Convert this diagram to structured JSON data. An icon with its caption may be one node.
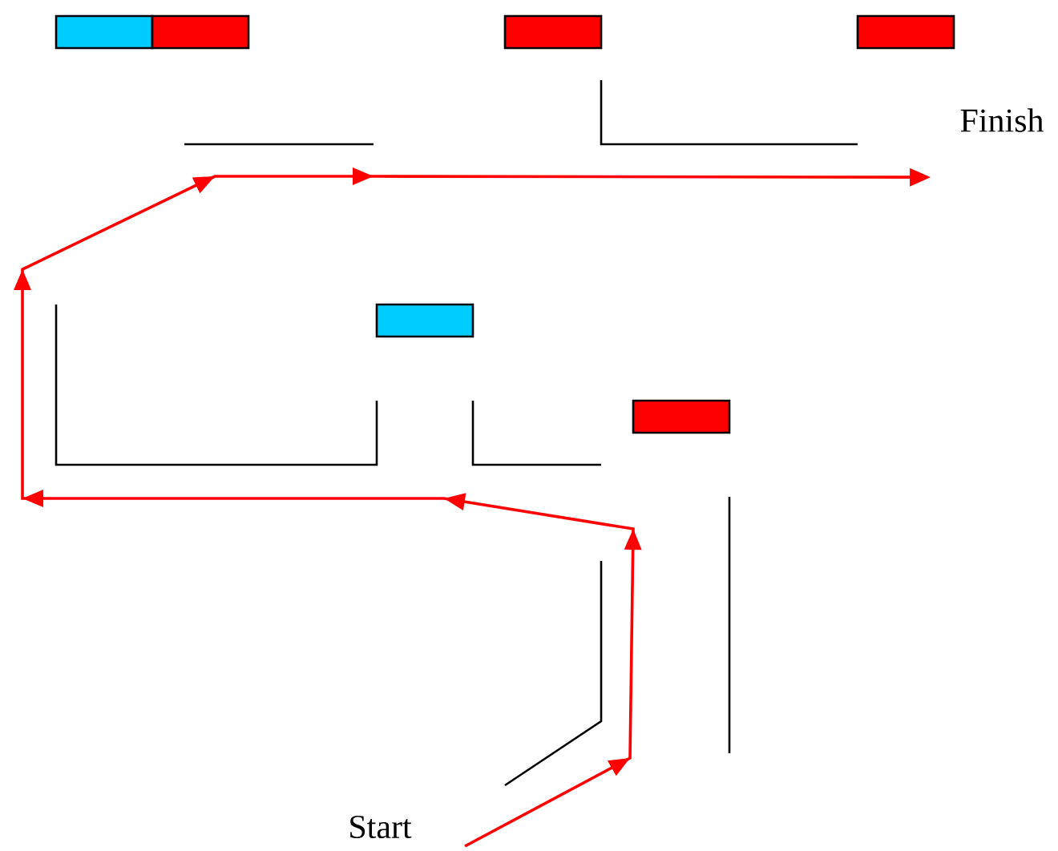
{
  "diagram": {
    "nodes": [
      {
        "text": [
          "Start"
        ]
      },
      {
        "text": [
          "Finish"
        ]
      },
      {
        "text": [],
        "shape": "box"
      },
      {
        "text": [],
        "shape": "box"
      },
      {
        "text": [],
        "shape": "box"
      },
      {
        "text": [],
        "shape": "box"
      },
      {
        "text": [],
        "shape": "box"
      },
      {
        "text": [],
        "shape": "box"
      }
    ],
    "edges": [
      {
        "from": 0,
        "to": 1,
        "arrow": "to",
        "color": "#ff0000"
      }
    ]
  }
}
